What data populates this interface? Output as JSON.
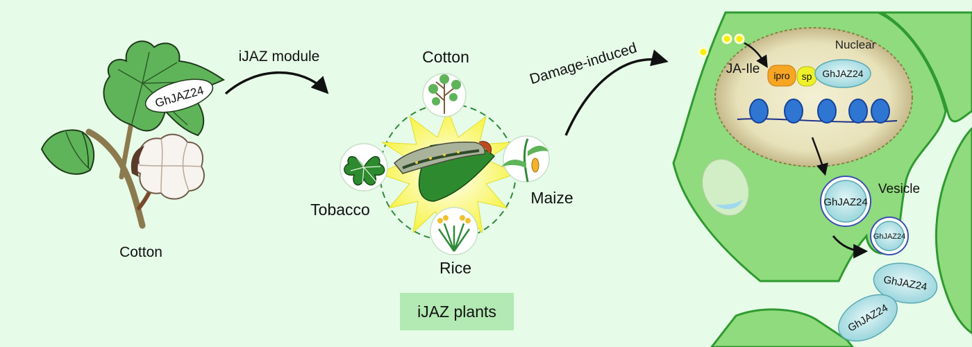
{
  "left": {
    "leaf_label": "GhJAZ24",
    "plant_label": "Cotton"
  },
  "arrow1_label": "iJAZ module",
  "center": {
    "top_plant": "Cotton",
    "left_plant": "Tobacco",
    "right_plant": "Maize",
    "bottom_plant": "Rice",
    "caption": "iJAZ plants"
  },
  "arrow2_label": "Damage-induced",
  "cell": {
    "nuclear_label": "Nuclear",
    "hormone_label": "JA-Ile",
    "ipro_label": "ipro",
    "sp_label": "sp",
    "protein_label": "GhJAZ24",
    "vesicle_label": "Vesicle",
    "vesicle_protein": "GhJAZ24",
    "budding_protein": "GhJAZ24",
    "secreted_1": "GhJAZ24",
    "secreted_2": "GhJAZ24"
  },
  "colors": {
    "background": "#e6fbe8",
    "leaf_green": "#5fb45a",
    "cell_green": "#8fdb7e",
    "nucleus_fill": "#ece7c3",
    "protein_cyan": "#a9dde3",
    "ipro_orange": "#f6a623",
    "sp_yellow": "#eef02a",
    "histone_blue": "#2f76d3"
  },
  "icons": [
    "cotton-leaf-icon",
    "cotton-boll-icon",
    "tobacco-leaf-icon",
    "maize-icon",
    "rice-icon",
    "caterpillar-icon",
    "starburst-icon",
    "histone-icon",
    "chloroplast-icon"
  ]
}
